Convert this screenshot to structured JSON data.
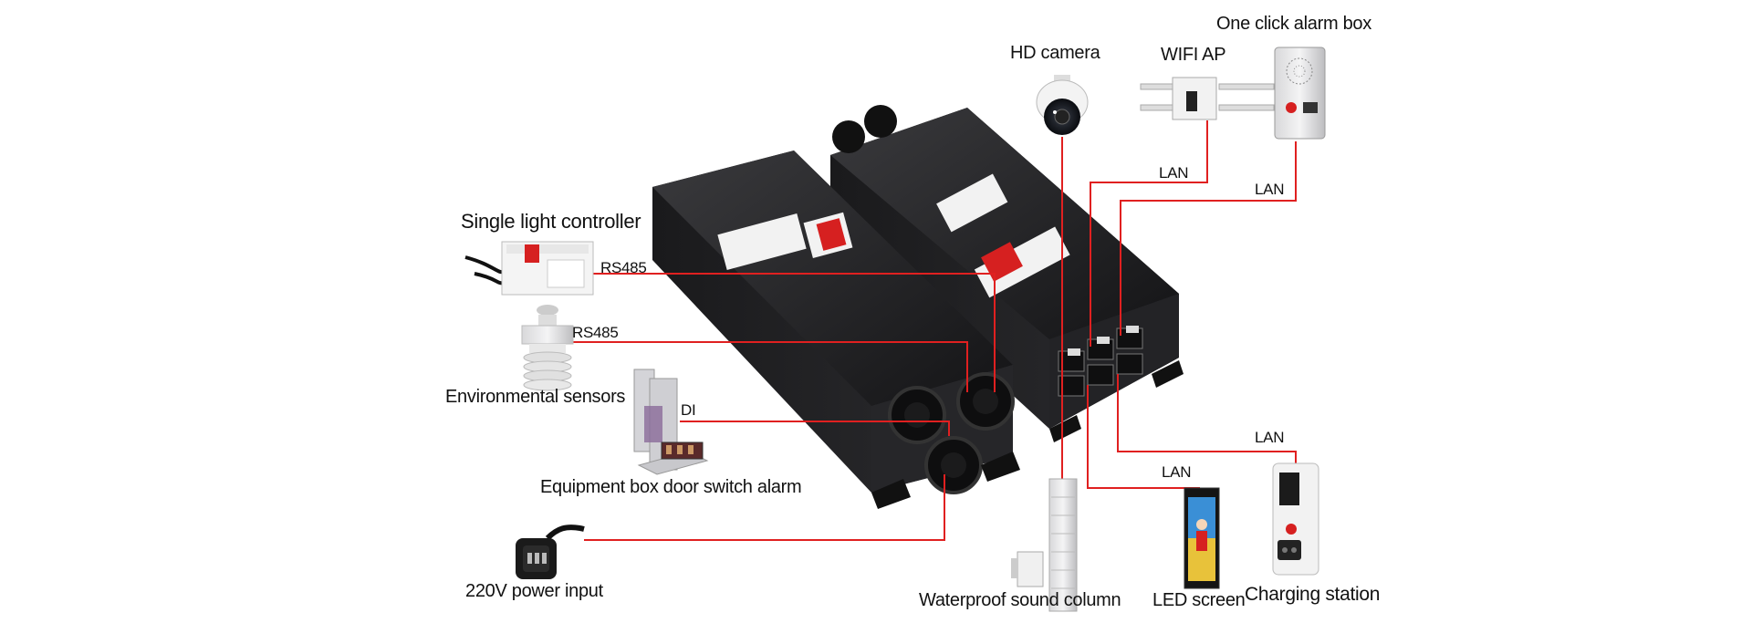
{
  "devices": {
    "single_light_controller": "Single light controller",
    "environmental_sensors": "Environmental sensors",
    "door_switch_alarm": "Equipment box door switch alarm",
    "power_input": "220V power input",
    "hd_camera": "HD camera",
    "wifi_ap": "WIFI AP",
    "alarm_box": "One click alarm box",
    "sound_column": "Waterproof sound column",
    "led_screen": "LED screen",
    "charging_station": "Charging station"
  },
  "connections": {
    "rs485_a": "RS485",
    "rs485_b": "RS485",
    "di": "DI",
    "lan_wifi": "LAN",
    "lan_alarm": "LAN",
    "lan_led": "LAN",
    "lan_charging": "LAN"
  },
  "colors": {
    "line": "#e02020",
    "device_body": "#1e1e20"
  }
}
